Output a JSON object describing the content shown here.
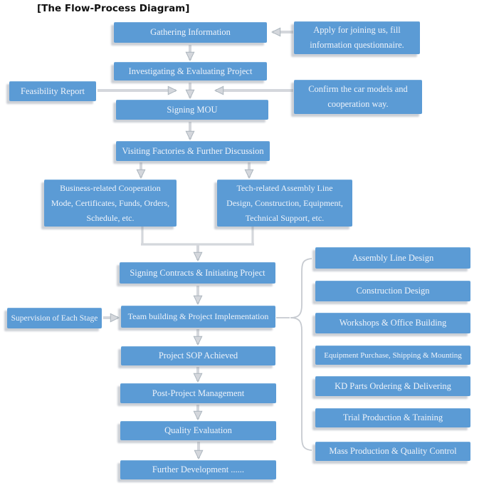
{
  "title": "[The Flow-Process Diagram]",
  "flow": {
    "gathering": "Gathering Information",
    "investigating": "Investigating & Evaluating Project",
    "signing_mou": "Signing MOU",
    "visiting": "Visiting Factories & Further Discussion",
    "business": "Business-related Cooperation\nMode, Certificates, Funds, Orders,\nSchedule, etc.",
    "tech": "Tech-related Assembly Line\nDesign, Construction, Equipment,\nTechnical Support, etc.",
    "signing_contracts": "Signing Contracts & Initiating Project",
    "team_building": "Team building & Project Implementation",
    "project_sop": "Project SOP Achieved",
    "post_project": "Post-Project Management",
    "quality": "Quality Evaluation",
    "further": "Further Development ......"
  },
  "callouts": {
    "apply": "Apply for joining us, fill\ninformation questionnaire.",
    "feasibility": "Feasibility Report",
    "confirm": "Confirm the car models and\ncooperation way.",
    "supervision": "Supervision of Each Stage"
  },
  "implementation_items": [
    "Assembly Line Design",
    "Construction Design",
    "Workshops & Office Building",
    "Equipment Purchase, Shipping & Mounting",
    "KD Parts Ordering & Delivering",
    "Trial Production & Training",
    "Mass Production & Quality Control"
  ],
  "colors": {
    "box_fill": "#5b9bd5",
    "box_text": "#eef3fa",
    "arrow_fill": "#d4d7dc",
    "arrow_outline": "#aab4bc",
    "brace": "#c6cad0",
    "title_text": "#111111",
    "background": "#ffffff"
  }
}
